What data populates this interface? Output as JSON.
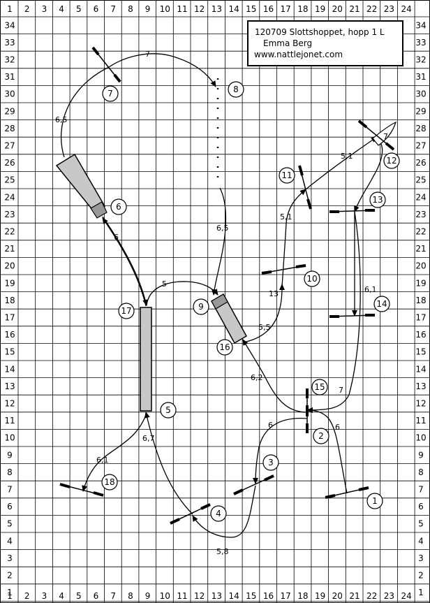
{
  "grid": {
    "columns": [
      "1",
      "2",
      "3",
      "4",
      "5",
      "6",
      "7",
      "8",
      "9",
      "10",
      "11",
      "12",
      "13",
      "14",
      "15",
      "16",
      "17",
      "18",
      "19",
      "20",
      "21",
      "22",
      "23",
      "24"
    ],
    "rows": [
      "34",
      "33",
      "32",
      "31",
      "30",
      "29",
      "28",
      "27",
      "26",
      "25",
      "24",
      "23",
      "22",
      "21",
      "20",
      "19",
      "18",
      "17",
      "16",
      "15",
      "14",
      "13",
      "12",
      "11",
      "10",
      "9",
      "8",
      "7",
      "6",
      "5",
      "4",
      "3",
      "2",
      "1"
    ],
    "corner_label": "1"
  },
  "info_box": {
    "line1": "120709 Slottshoppet, hopp 1 L",
    "line2": "Emma Berg",
    "line3": "www.nattlejonet.com"
  },
  "obstacle_numbers": [
    "1",
    "2",
    "3",
    "4",
    "5",
    "6",
    "7",
    "8",
    "9",
    "10",
    "11",
    "12",
    "13",
    "14",
    "15",
    "16",
    "17",
    "18"
  ],
  "distances": [
    "6",
    "6",
    "5,8",
    "6,7",
    "6,1",
    "6",
    "6,5",
    "7",
    "6,5",
    "5",
    "5,5",
    "13",
    "5,1",
    "5,1",
    "7",
    "6,1",
    "7",
    "6,2"
  ],
  "colors": {
    "grid": "#000000",
    "obstacle_fill": "#c8c8c8",
    "track": "#000000"
  }
}
